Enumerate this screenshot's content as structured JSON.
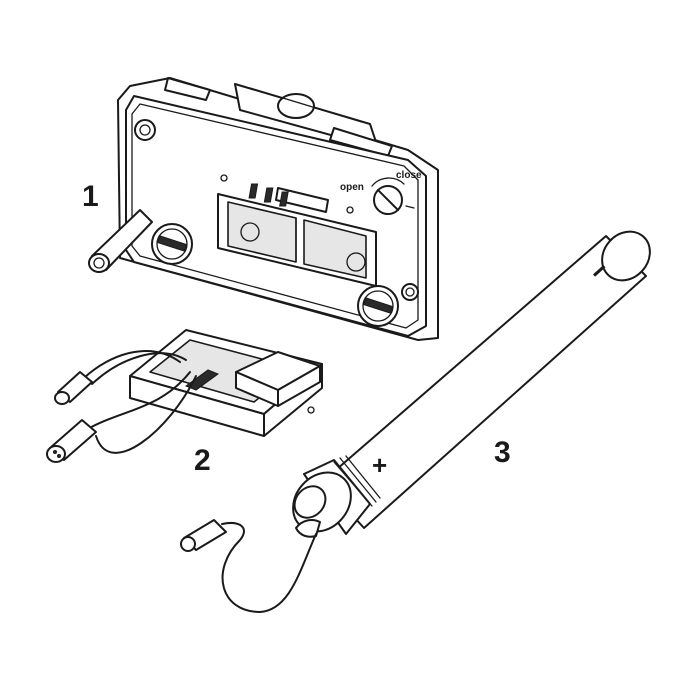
{
  "callouts": {
    "one": "1",
    "two": "2",
    "three": "3"
  },
  "bracket_labels": {
    "open": "open",
    "close": "close"
  },
  "tube_polarity": {
    "plus": "+",
    "minus": "−"
  },
  "colors": {
    "line": "#1a1a1a",
    "fill": "#ffffff",
    "shade": "#e6e6e6"
  }
}
